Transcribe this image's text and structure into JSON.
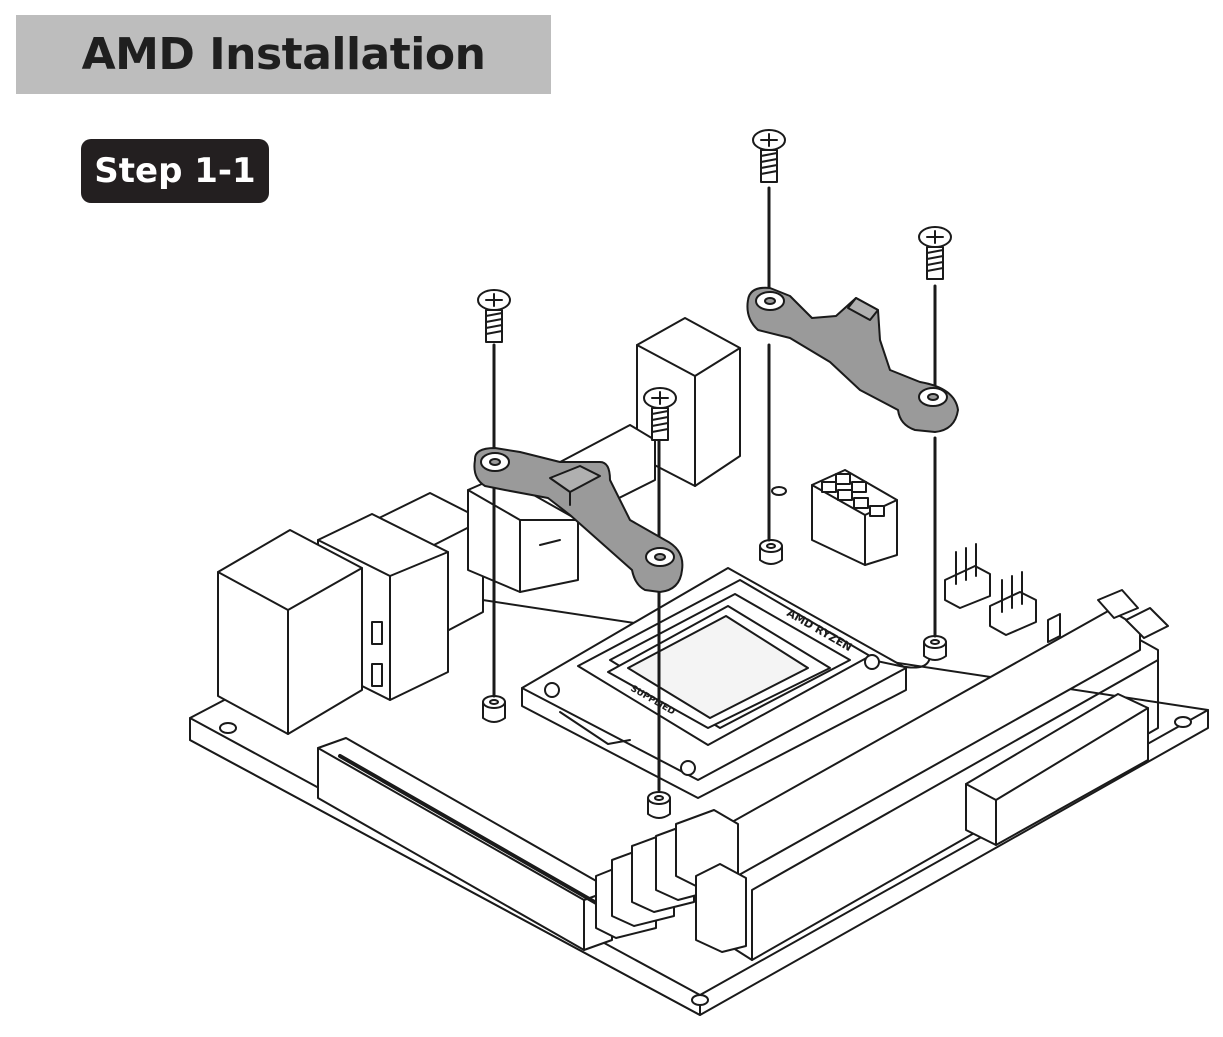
{
  "header": {
    "title": "AMD Installation",
    "step": "Step 1-1"
  },
  "diagram": {
    "cpu_marking": "AMD RYZEN",
    "socket_marking": "SUPPLIED"
  },
  "colors": {
    "title_bar": "#bdbdbd",
    "step_badge": "#231f20",
    "bracket_fill": "#9a9a9a",
    "line": "#1a1a1a"
  }
}
